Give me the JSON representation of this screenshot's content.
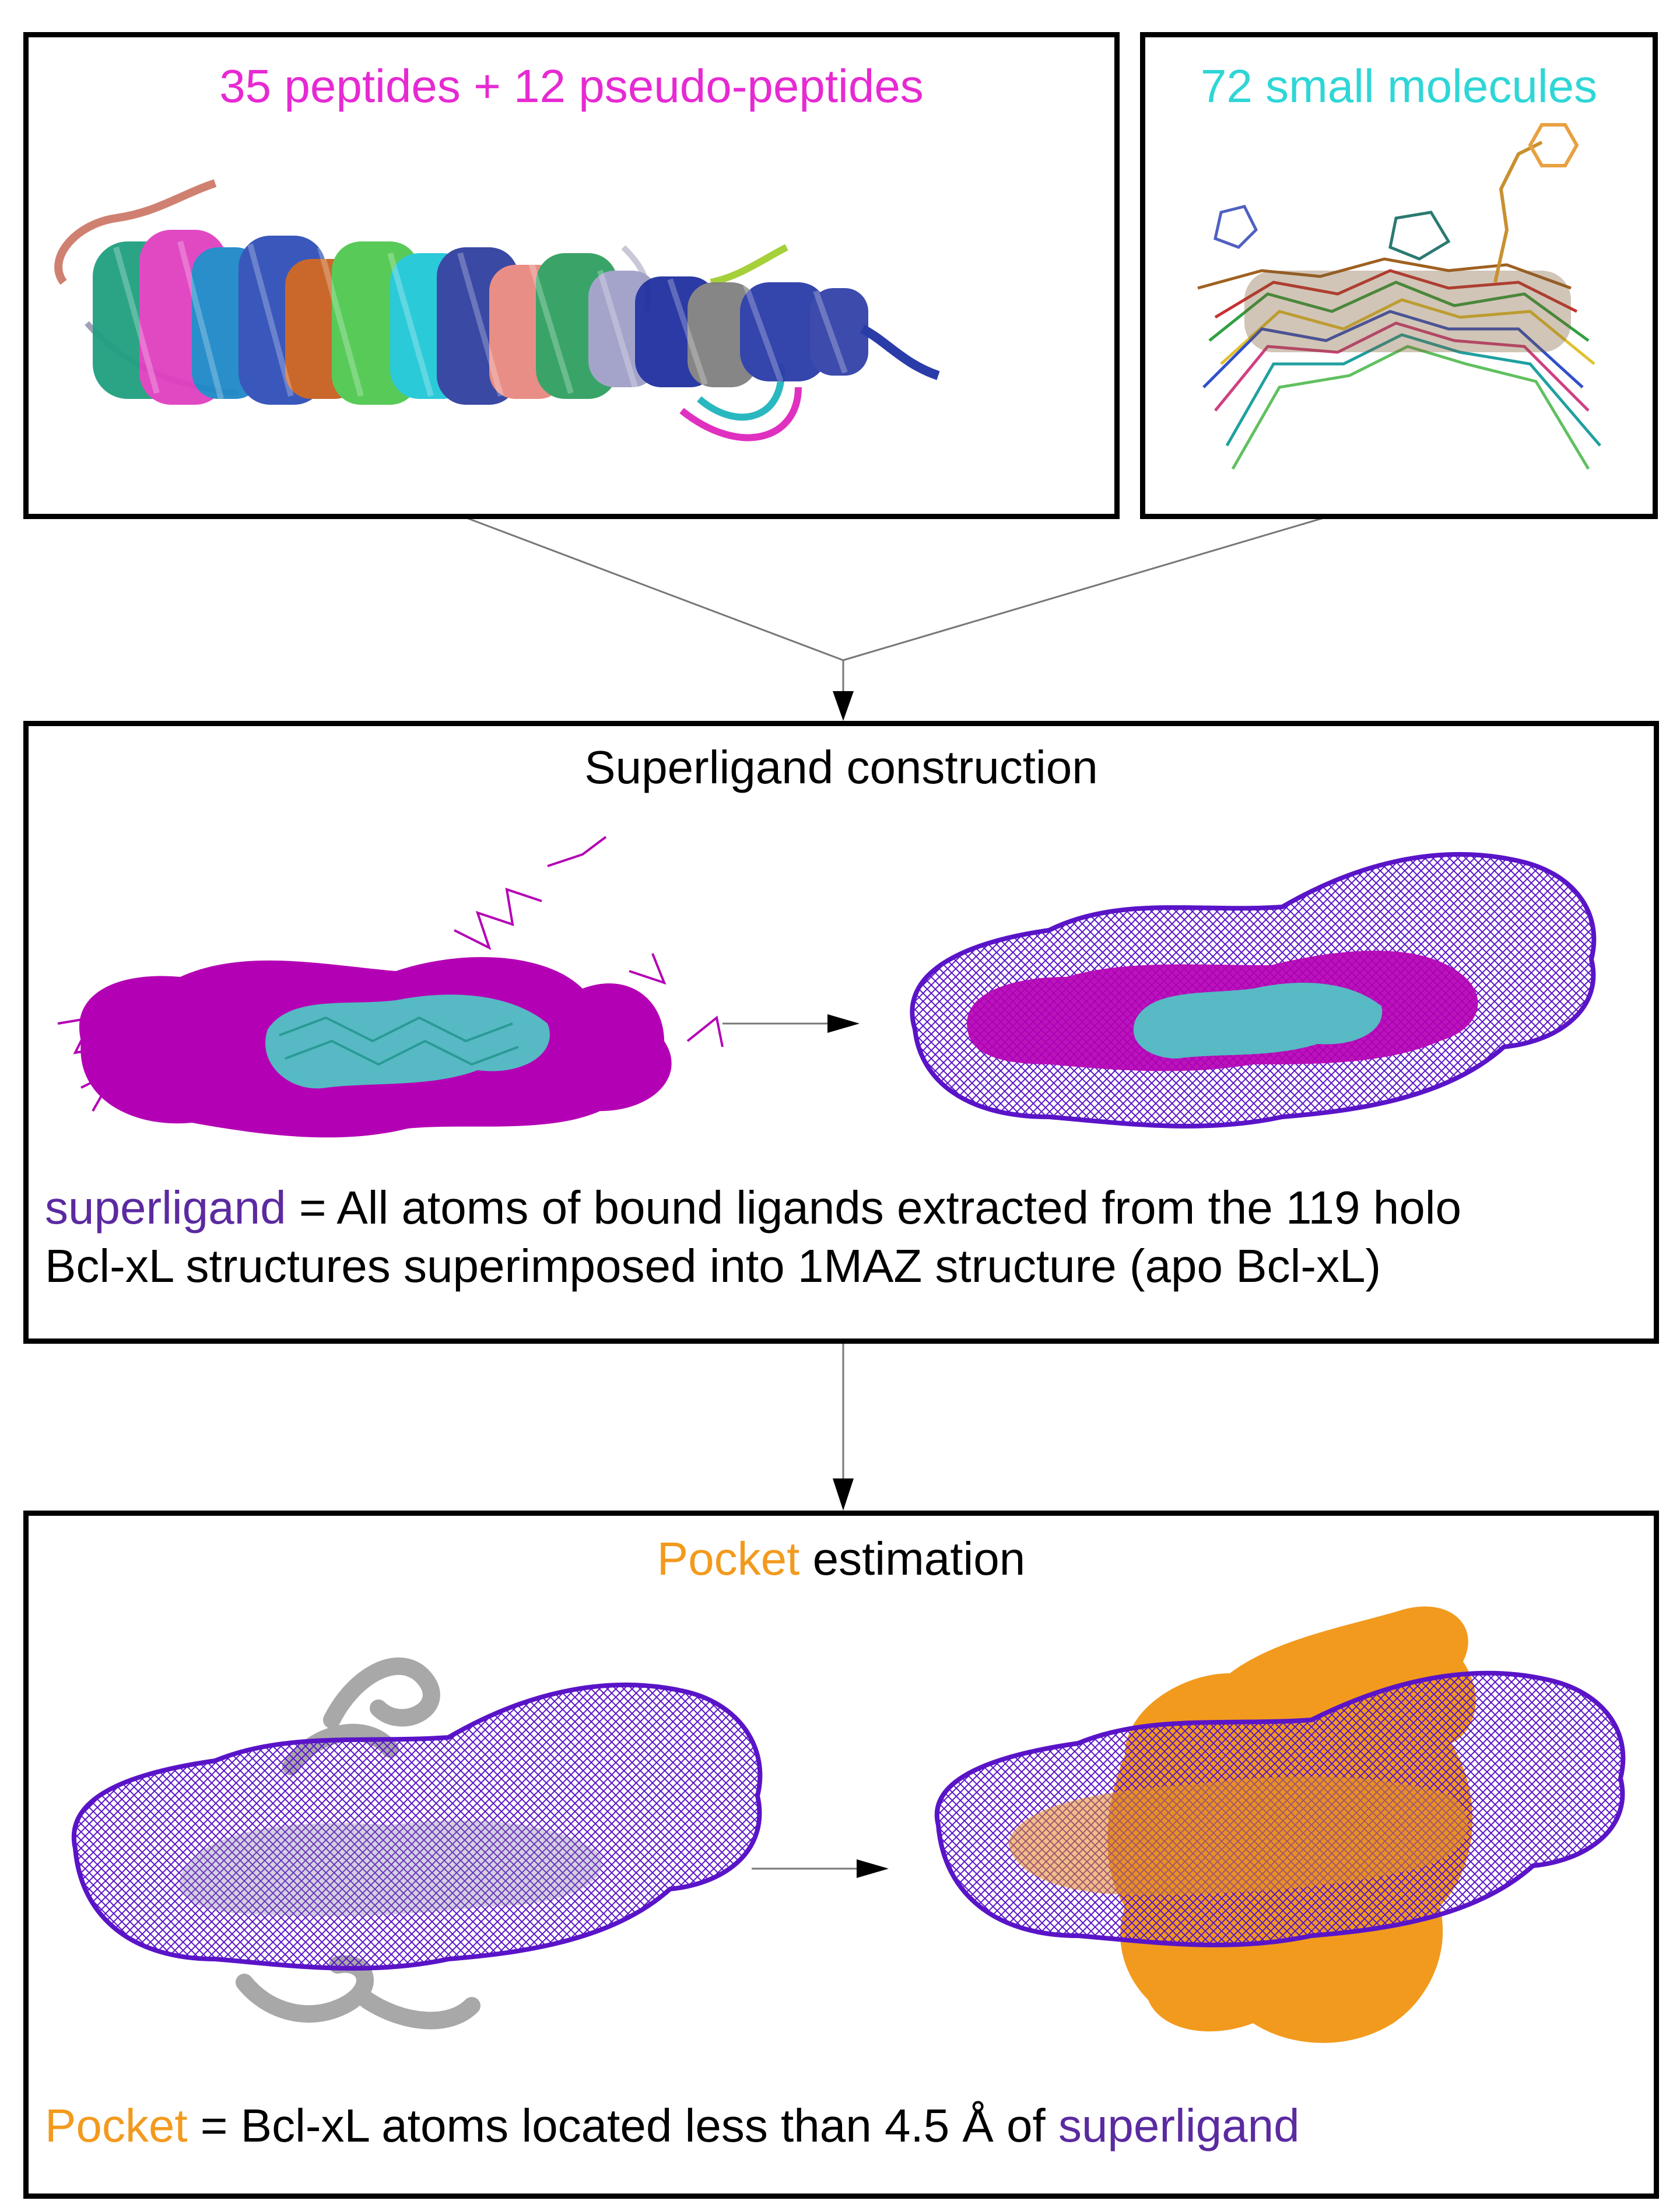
{
  "panel_peptides": {
    "title": "35 peptides + 12 pseudo-peptides"
  },
  "panel_small": {
    "title": "72 small molecules"
  },
  "panel_superligand": {
    "title": "Superligand construction",
    "def_term": "superligand",
    "def_line1": " = All atoms of bound ligands extracted from the 119 holo",
    "def_line2": "Bcl-xL  structures superimposed into 1MAZ structure (apo Bcl-xL)"
  },
  "panel_pocket": {
    "title_colored": "Pocket",
    "title_rest": " estimation",
    "def_term": "Pocket",
    "def_mid": " = Bcl-xL atoms located less than 4.5 Å of ",
    "def_term2": "superligand"
  },
  "colors": {
    "peptide_text": "#e62ad2",
    "small_molecule_text": "#2fd6d6",
    "superligand": "#5b2aa0",
    "pocket": "#f29a1e",
    "mesh": "#5a14c8",
    "ligand_magenta": "#b400b4",
    "ligand_cyan": "#4fc9c4",
    "protein_gray": "#a8a8a8"
  }
}
